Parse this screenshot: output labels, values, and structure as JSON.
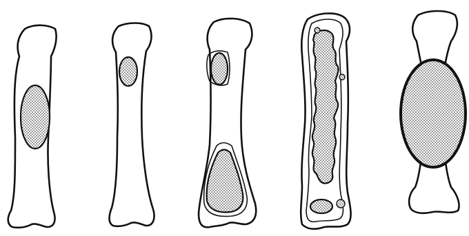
{
  "figure": {
    "panels": [
      {
        "id": "panel-1",
        "lesion": "central-oval"
      },
      {
        "id": "panel-2",
        "lesion": "eccentric-proximal-oval"
      },
      {
        "id": "panel-3",
        "lesion": "cortical-proximal-and-distal"
      },
      {
        "id": "panel-4",
        "lesion": "diffuse-permeative"
      },
      {
        "id": "panel-5",
        "lesion": "expansile-central"
      }
    ],
    "colors": {
      "ink": "#111111",
      "background": "#ffffff",
      "stipple": "#111111"
    }
  }
}
